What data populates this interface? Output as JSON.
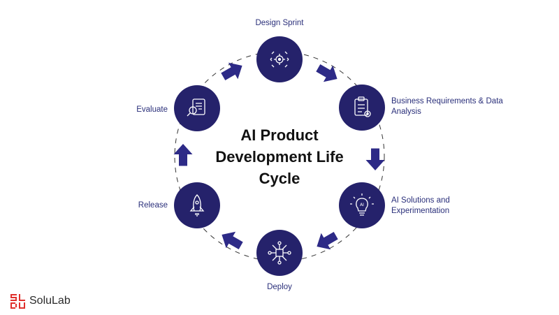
{
  "title": "AI Product Development Life Cycle",
  "steps": [
    {
      "label": "Design Sprint",
      "icon": "design-sprint-icon"
    },
    {
      "label": "Business Requirements & Data Analysis",
      "icon": "clipboard-gear-icon"
    },
    {
      "label": "AI Solutions and Experimentation",
      "icon": "lightbulb-icon"
    },
    {
      "label": "Deploy",
      "icon": "deploy-network-icon"
    },
    {
      "label": "Release",
      "icon": "rocket-icon"
    },
    {
      "label": "Evaluate",
      "icon": "evaluate-magnifier-icon"
    }
  ],
  "brand": {
    "name": "SoluLab",
    "mark_letters": "SLDU"
  },
  "colors": {
    "node": "#25226b",
    "arrow": "#2d2a87",
    "label": "#2a2f7a",
    "brand": "#e0302c"
  }
}
